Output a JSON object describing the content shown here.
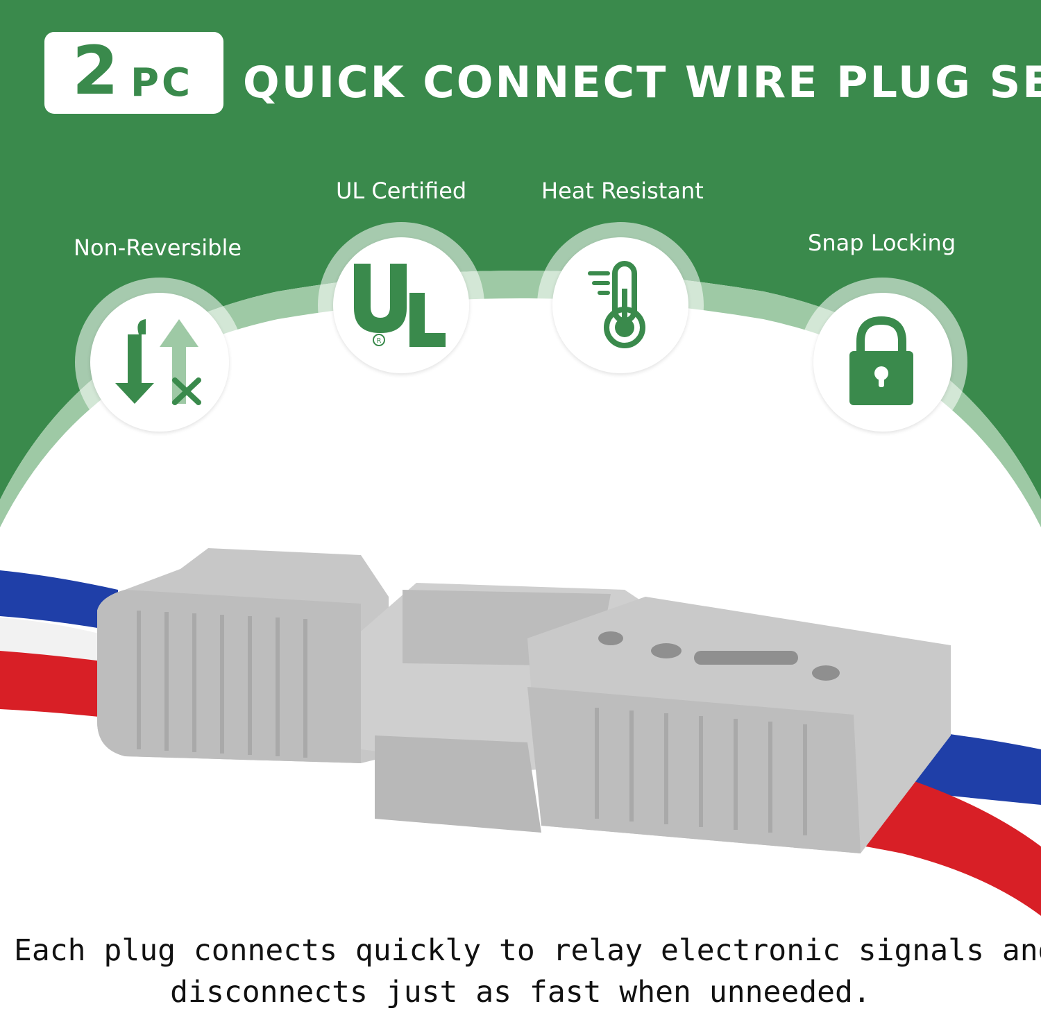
{
  "colors": {
    "brand_green": "#3a8a4c",
    "arc_light_green": "#9ec9a5",
    "white": "#ffffff",
    "wire_blue": "#1f3fa8",
    "wire_red": "#d81f26",
    "connector_gray": "#c4c4c4"
  },
  "header": {
    "badge_number": "2",
    "badge_unit": "PC",
    "title": "QUICK CONNECT WIRE PLUG SET"
  },
  "features": [
    {
      "label": "Non-Reversible",
      "icon": "non-reversible-arrows-icon"
    },
    {
      "label": "UL Certified",
      "icon": "ul-logo-icon"
    },
    {
      "label": "Heat Resistant",
      "icon": "thermometer-icon"
    },
    {
      "label": "Snap Locking",
      "icon": "padlock-icon"
    }
  ],
  "product": {
    "image": "gray-two-pole-power-connector-with-red-and-blue-wires"
  },
  "caption": {
    "line1": "Each plug connects quickly to relay electronic signals and",
    "line2": "disconnects just as fast when unneeded."
  }
}
